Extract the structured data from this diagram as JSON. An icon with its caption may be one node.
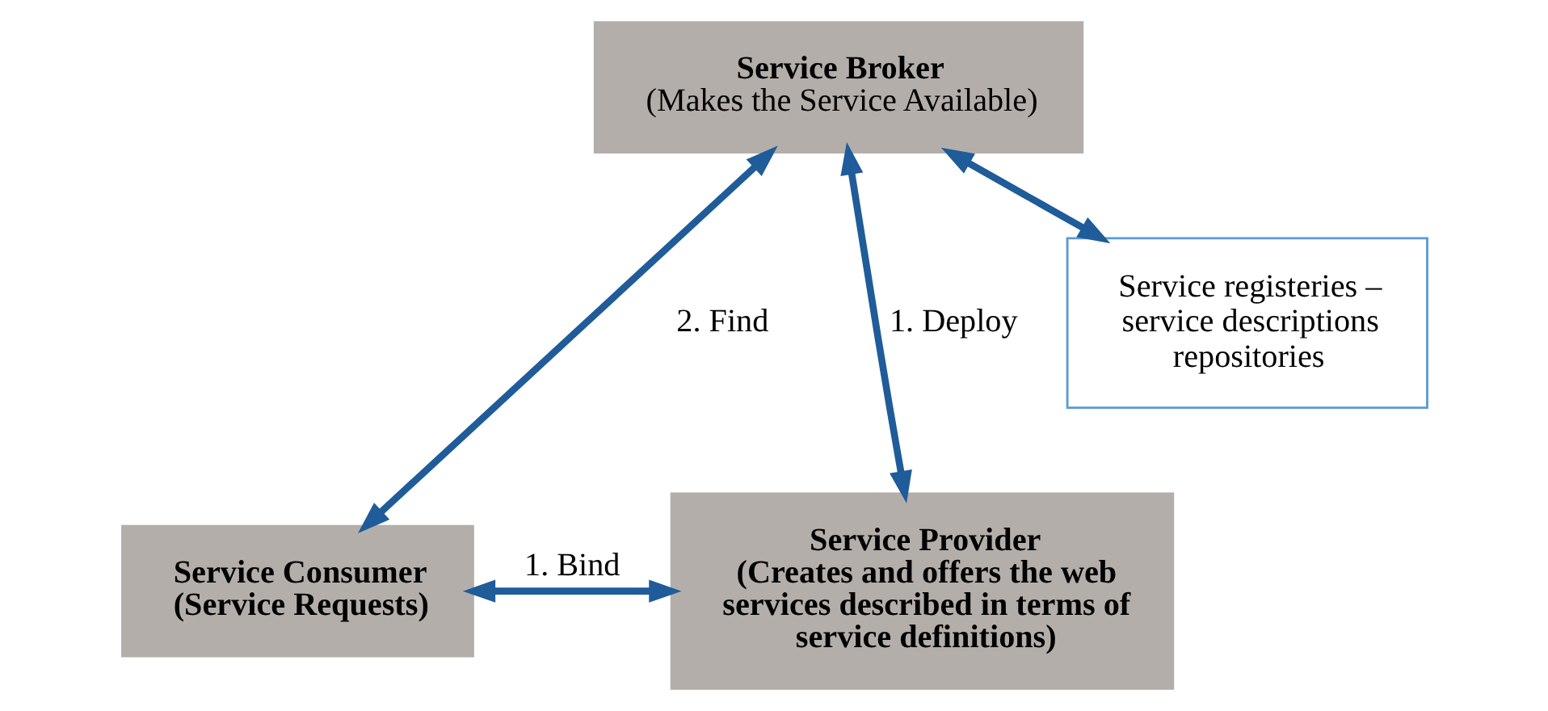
{
  "diagram": {
    "nodes": [
      {
        "text": [
          "Service Broker",
          "(Makes the Service Available)"
        ]
      },
      {
        "text": [
          "Service registeries – service descriptions repositories"
        ]
      },
      {
        "text": [
          "Service Consumer",
          "(Service Requests)"
        ]
      },
      {
        "text": [
          "Service Provider",
          "(Creates and offers the web services described in terms of service definitions)"
        ]
      }
    ],
    "edges": [
      {
        "from": 0,
        "to": 2,
        "arrow": "both",
        "label": "2. Find"
      },
      {
        "from": 0,
        "to": 3,
        "arrow": "both",
        "label": "1. Deploy"
      },
      {
        "from": 0,
        "to": 1,
        "arrow": "both"
      },
      {
        "from": 2,
        "to": 3,
        "arrow": "both",
        "label": "1. Bind"
      }
    ]
  }
}
